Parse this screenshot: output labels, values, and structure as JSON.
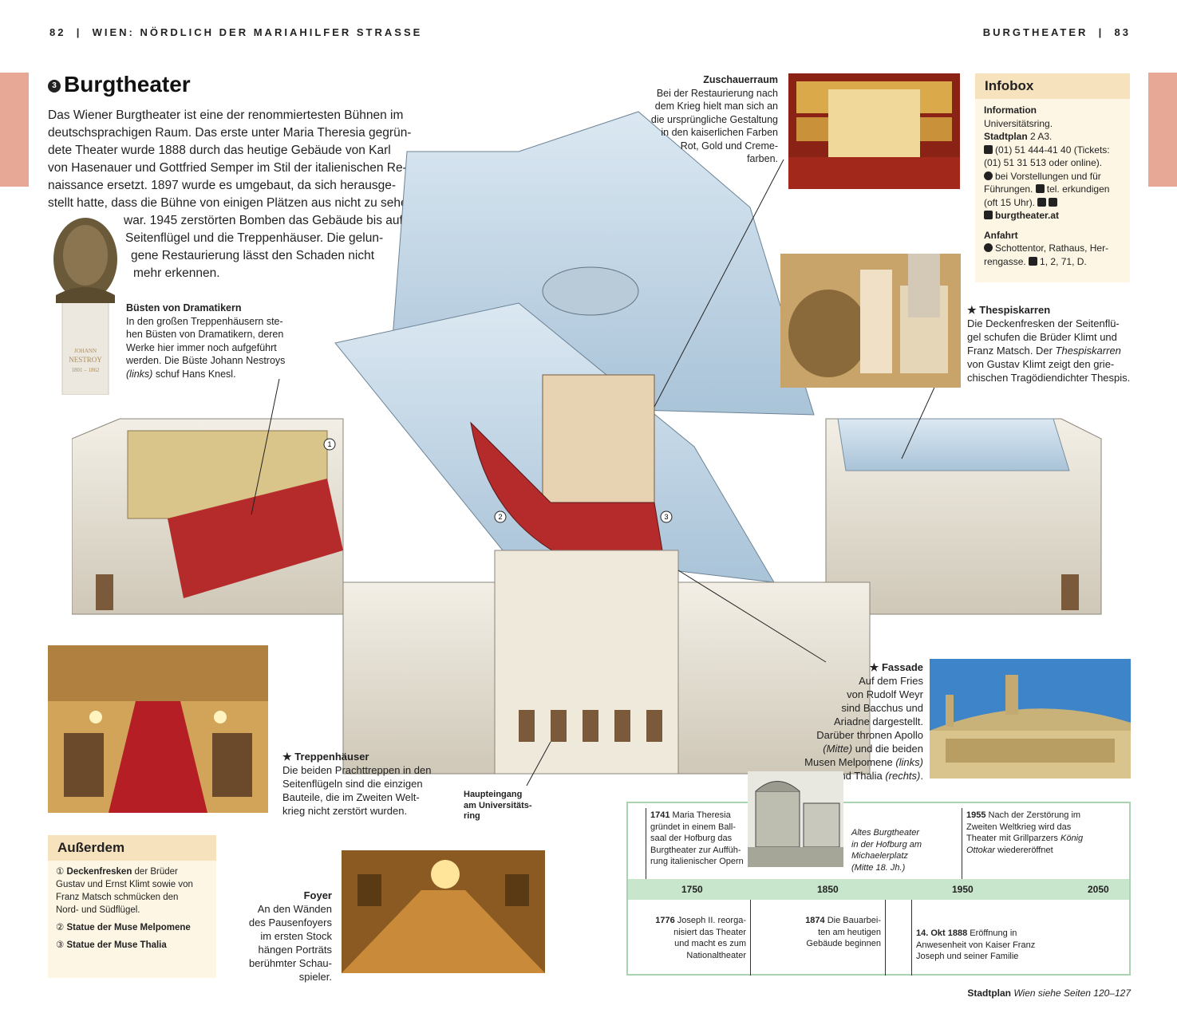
{
  "header": {
    "left_page": "82",
    "left_title": "WIEN: NÖRDLICH DER MARIAHILFER STRASSE",
    "right_title": "BURGTHEATER",
    "right_page": "83"
  },
  "title": {
    "number": "3",
    "text": "Burgtheater"
  },
  "intro": [
    "Das Wiener Burgtheater ist eine der renommiertesten Bühnen im",
    "deutschsprachigen Raum. Das erste unter Maria Theresia gegrün-",
    "dete Theater wurde 1888 durch das heutige Gebäude von Karl",
    "von Hasenauer und Gottfried Semper im Stil der italienischen Re-",
    "naissance ersetzt. 1897 wurde es umgebaut, da sich herausge-",
    "stellt hatte, dass die Bühne von einigen Plätzen aus nicht zu sehen",
    "war. 1945 zerstörten Bomben das Gebäude bis auf die",
    "Seitenflügel und die Treppenhäuser. Die gelun-",
    "gene Restaurierung lässt den Schaden nicht",
    "mehr erkennen."
  ],
  "bust_label": {
    "name": "JOHANN",
    "surname": "NESTROY",
    "years": "1801 – 1862"
  },
  "captions": {
    "buesten": {
      "title": "Büsten von Dramatikern",
      "lines": [
        "In den großen Treppenhäusern ste-",
        "hen Büsten von Dramatikern, deren",
        "Werke hier immer noch aufgeführt",
        "werden. Die Büste Johann Nestroys"
      ],
      "italic": "(links)",
      "tail": " schuf Hans Knesl."
    },
    "zuschauer": {
      "title": "Zuschauerraum",
      "lines": [
        "Bei der Restaurierung nach",
        "dem Krieg hielt man sich an",
        "die ursprüngliche Gestaltung",
        "in den kaiserlichen Farben",
        "Rot, Gold und Creme-",
        "farben."
      ]
    },
    "thespis": {
      "star": "★",
      "title": "Thespiskarren",
      "lines": [
        "Die Deckenfresken der Seitenflü-",
        "gel schufen die Brüder Klimt und",
        "Franz Matsch. Der "
      ],
      "italic": "Thespiskarren",
      "after": [
        "von Gustav Klimt zeigt den grie-",
        "chischen Tragödiendichter Thespis."
      ]
    },
    "fassade": {
      "star": "★",
      "title": "Fassade",
      "lines": [
        "Auf dem Fries",
        "von Rudolf Weyr",
        "sind Bacchus und",
        "Ariadne dargestellt.",
        "Darüber thronen Apollo"
      ],
      "l6a": "(Mitte)",
      "l6b": " und die beiden",
      "l7a": "Musen Melpomene ",
      "l7b": "(links)",
      "l8a": "und Thalia ",
      "l8b": "(rechts)",
      "l8c": "."
    },
    "treppen": {
      "star": "★",
      "title": "Treppenhäuser",
      "lines": [
        "Die beiden Prachttreppen in den",
        "Seitenflügeln sind die einzigen",
        "Bauteile, die im Zweiten Welt-",
        "krieg nicht zerstört wurden."
      ]
    },
    "haupt": {
      "lines": [
        "Haupteingang",
        "am Universitäts-",
        "ring"
      ]
    },
    "foyer": {
      "title": "Foyer",
      "lines": [
        "An den Wänden",
        "des Pausenfoyers",
        "im ersten Stock",
        "hängen Porträts",
        "berühmter Schau-",
        "spieler."
      ]
    }
  },
  "infobox": {
    "title": "Infobox",
    "info_head": "Information",
    "info_addr": "Universitätsring.",
    "stadtplan_label": "Stadtplan",
    "stadtplan_value": " 2 A3.",
    "phone1": "(01) 51 444-41 40 (Tickets:",
    "phone2": "(01) 51 31 513 oder online).",
    "open1": "bei Vorstellungen und für",
    "open2": "Führungen.",
    "open2b": "tel. erkundigen",
    "open3": "(oft 15 Uhr).",
    "web": "burgtheater.at",
    "anfahrt_head": "Anfahrt",
    "anfahrt1": "Schottentor, Rathaus, Her-",
    "anfahrt2": "rengasse.",
    "anfahrt2b": "1, 2, 71, D."
  },
  "ausserdem": {
    "title": "Außerdem",
    "items": [
      {
        "n": "①",
        "bold": "Deckenfresken",
        "rest": " der Brüder",
        "more": [
          "Gustav und Ernst Klimt sowie von",
          "Franz Matsch schmücken den",
          "Nord- und Südflügel."
        ]
      },
      {
        "n": "②",
        "bold": "Statue der Muse Melpomene"
      },
      {
        "n": "③",
        "bold": "Statue der Muse Thalia"
      }
    ]
  },
  "timeline": {
    "years": [
      "1750",
      "1850",
      "1950",
      "2050"
    ],
    "top": [
      {
        "year": "1741",
        "lines": [
          " Maria Theresia",
          "gründet in einem Ball-",
          "saal der Hofburg das",
          "Burgtheater zur Auffüh-",
          "rung italienischer Opern"
        ]
      },
      {
        "italic": [
          "Altes Burgtheater",
          "in der Hofburg am",
          "Michaelerplatz",
          "(Mitte 18. Jh.)"
        ]
      },
      {
        "year": "1955",
        "lines": [
          " Nach der Zerstörung im",
          "Zweiten Weltkrieg wird das",
          "Theater mit Grillparzers "
        ],
        "ital": "König",
        "ital2": "Ottokar",
        "tail": " wiedereröffnet"
      }
    ],
    "bottom": [
      {
        "year": "1776",
        "lines": [
          " Joseph II. reorga-",
          "nisiert das Theater",
          "und macht es zum",
          "Nationaltheater"
        ]
      },
      {
        "year": "1874",
        "lines": [
          " Die Bauarbei-",
          "ten am heutigen",
          "Gebäude beginnen"
        ]
      },
      {
        "year": "14. Okt 1888",
        "lines": [
          " Eröffnung in",
          "Anwesenheit von Kaiser Franz",
          "Joseph und seiner Familie"
        ]
      }
    ]
  },
  "footer": {
    "label": "Stadtplan",
    "text": " Wien siehe Seiten 120–127"
  },
  "markers": [
    "1",
    "2",
    "3"
  ],
  "colors": {
    "tab": "#e8a896",
    "box": "#fdf6e4",
    "boxhead": "#f6e2bc",
    "timeline": "#c8e6cc"
  }
}
